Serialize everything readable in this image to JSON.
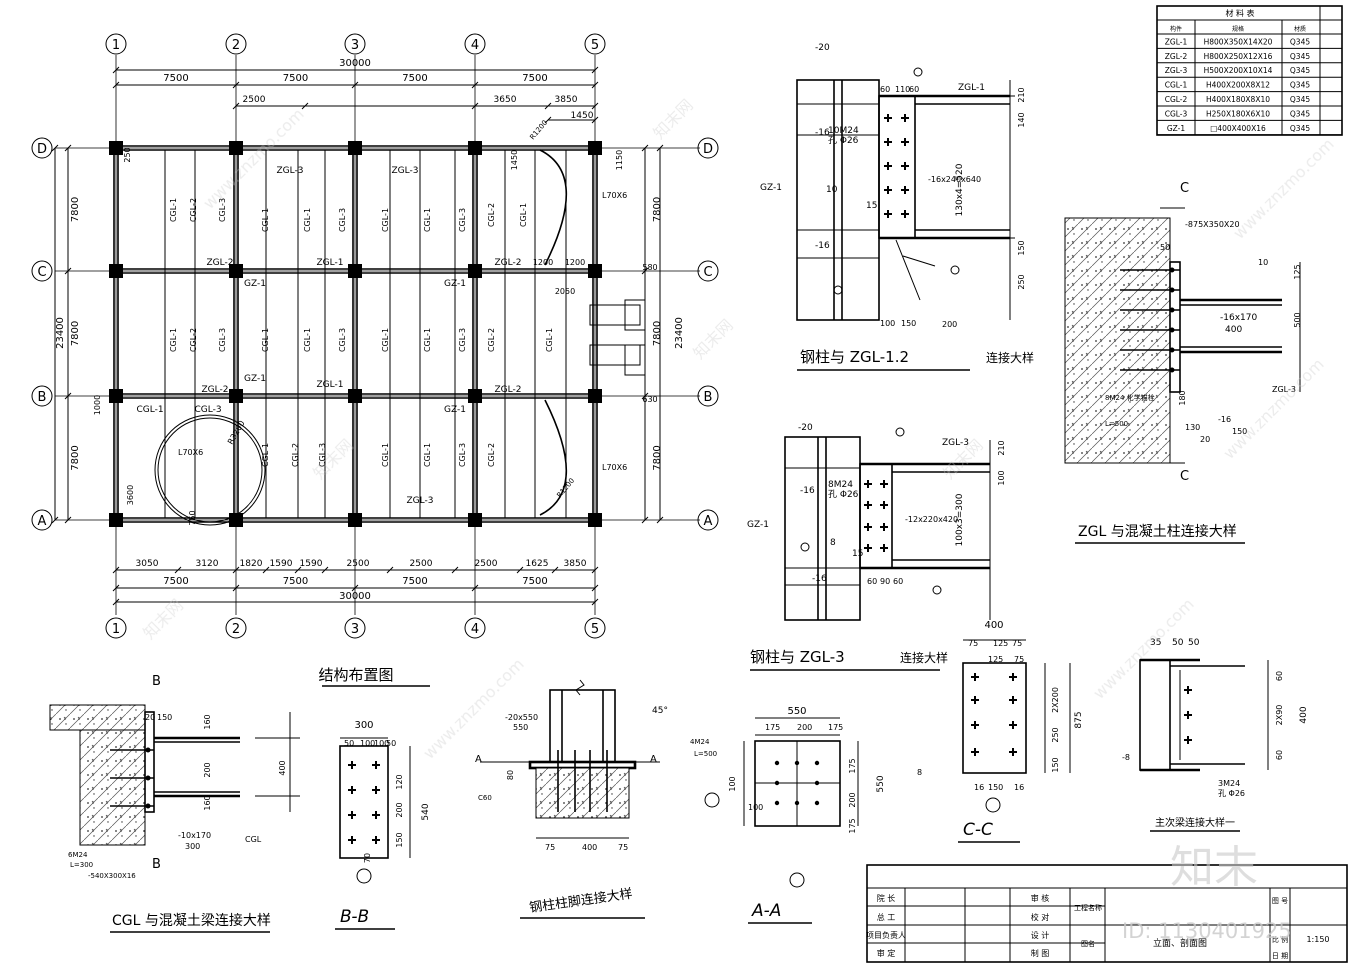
{
  "plan": {
    "title": "结构布置图",
    "axes_x": [
      "1",
      "2",
      "3",
      "4",
      "5"
    ],
    "axes_y": [
      "D",
      "C",
      "B",
      "A"
    ],
    "top_spans": [
      "7500",
      "7500",
      "7500",
      "7500"
    ],
    "top_total": "30000",
    "top_sub": [
      "2500",
      "3650",
      "3850",
      "1450"
    ],
    "bottom_spans": [
      "7500",
      "7500",
      "7500",
      "7500"
    ],
    "bottom_total": "30000",
    "bottom_sub": [
      "3050",
      "3120",
      "1820",
      "1590",
      "1590",
      "2500",
      "2500",
      "2500",
      "1625",
      "3850"
    ],
    "left_spans": [
      "7800",
      "7800",
      "7800"
    ],
    "left_total": "23400",
    "right_spans": [
      "7800",
      "7800",
      "7800"
    ],
    "right_total": "23400",
    "beam_labels": [
      "ZGL-1",
      "ZGL-2",
      "ZGL-3",
      "CGL-1",
      "CGL-2",
      "CGL-3",
      "GZ-1",
      "L70X6",
      "R3200",
      "R1200"
    ],
    "small_dims": [
      "250",
      "1000",
      "1200",
      "1200",
      "1200",
      "2050",
      "3600",
      "750",
      "580",
      "630",
      "250",
      "1450",
      "1150"
    ]
  },
  "materials": {
    "headers": [
      "构件",
      "规格",
      "材质"
    ],
    "group_title": "材 料 表",
    "rows": [
      [
        "ZGL-1",
        "H800X350X14X20",
        "Q345"
      ],
      [
        "ZGL-2",
        "H800X250X12X16",
        "Q345"
      ],
      [
        "ZGL-3",
        "H500X200X10X14",
        "Q345"
      ],
      [
        "CGL-1",
        "H400X200X8X12",
        "Q345"
      ],
      [
        "CGL-2",
        "H400X180X8X10",
        "Q345"
      ],
      [
        "CGL-3",
        "H250X180X6X10",
        "Q345"
      ],
      [
        "GZ-1",
        "□400X400X16",
        "Q345"
      ]
    ]
  },
  "details": {
    "zgl12": {
      "title": "钢柱与  ZGL-1.2",
      "suffix": "连接大样",
      "labels": [
        "-20",
        "GZ-1",
        "ZGL-1",
        "-16",
        "10M24",
        "孔 Φ26",
        "-16x240x640",
        "130x4=520",
        "-16",
        "10",
        "15",
        "210",
        "140",
        "150",
        "250",
        "100",
        "150",
        "200",
        "60",
        "110",
        "60"
      ]
    },
    "zgl3": {
      "title": "钢柱与  ZGL-3",
      "suffix": "连接大样",
      "labels": [
        "-20",
        "GZ-1",
        "ZGL-3",
        "-16",
        "8M24",
        "孔 Φ26",
        "-12x220x420",
        "100x3=300",
        "-16",
        "8",
        "15",
        "210",
        "100",
        "60",
        "90",
        "60"
      ]
    },
    "zgl_conc": {
      "title": "ZGL 与混凝土柱连接大样",
      "labels": [
        "C",
        "-875X350X20",
        "10",
        "125",
        "500",
        "-16x170",
        "400",
        "ZGL-3",
        "8M24 化学锚栓",
        "L=500",
        "-16",
        "150",
        "50",
        "130",
        "20",
        "180"
      ]
    },
    "cgl_conc": {
      "title": "CGL 与混凝土梁连接大样",
      "labels": [
        "B",
        "20",
        "150",
        "160",
        "200",
        "160",
        "400",
        "-10x170",
        "300",
        "6M24",
        "L=300",
        "-540X300X16",
        "CGL"
      ]
    },
    "bb": {
      "title": "B-B",
      "labels": [
        "300",
        "50",
        "100",
        "100",
        "50",
        "120",
        "200",
        "540",
        "150",
        "70"
      ]
    },
    "foot": {
      "title": "钢柱柱脚连接大样",
      "labels": [
        "-20x550",
        "550",
        "A",
        "A",
        "80",
        "45°",
        "C60",
        "75",
        "400",
        "75"
      ]
    },
    "aa": {
      "title": "A-A",
      "labels": [
        "550",
        "175",
        "200",
        "175",
        "4M24",
        "L=500",
        "100",
        "100",
        "175",
        "200",
        "175",
        "550"
      ]
    },
    "cc": {
      "title": "C-C",
      "labels": [
        "400",
        "75",
        "125",
        "75",
        "125",
        "75",
        "2X200",
        "250",
        "150",
        "875",
        "8",
        "16",
        "150",
        "16"
      ]
    },
    "main_sec": {
      "title": "主次梁连接大样一",
      "labels": [
        "35",
        "50",
        "50",
        "60",
        "2X90",
        "60",
        "400",
        "-8",
        "3M24",
        "孔 Φ26"
      ]
    }
  },
  "title_block": {
    "rows": [
      [
        "院 长",
        "审 核"
      ],
      [
        "总 工",
        "校 对"
      ],
      [
        "项目负责人",
        "设 计"
      ],
      [
        "审 定",
        "制 图"
      ]
    ],
    "project": "工程名称",
    "drawing": "图名",
    "drawing_name": "立面、剖面图",
    "scale_label": "比 例",
    "scale": "1:150",
    "date_label": "日 期",
    "no_label": "图 号"
  },
  "watermark": {
    "brand": "知末",
    "id": "ID: 1130401925",
    "site": "www.znzmo.com",
    "site_cn": "知末网"
  }
}
